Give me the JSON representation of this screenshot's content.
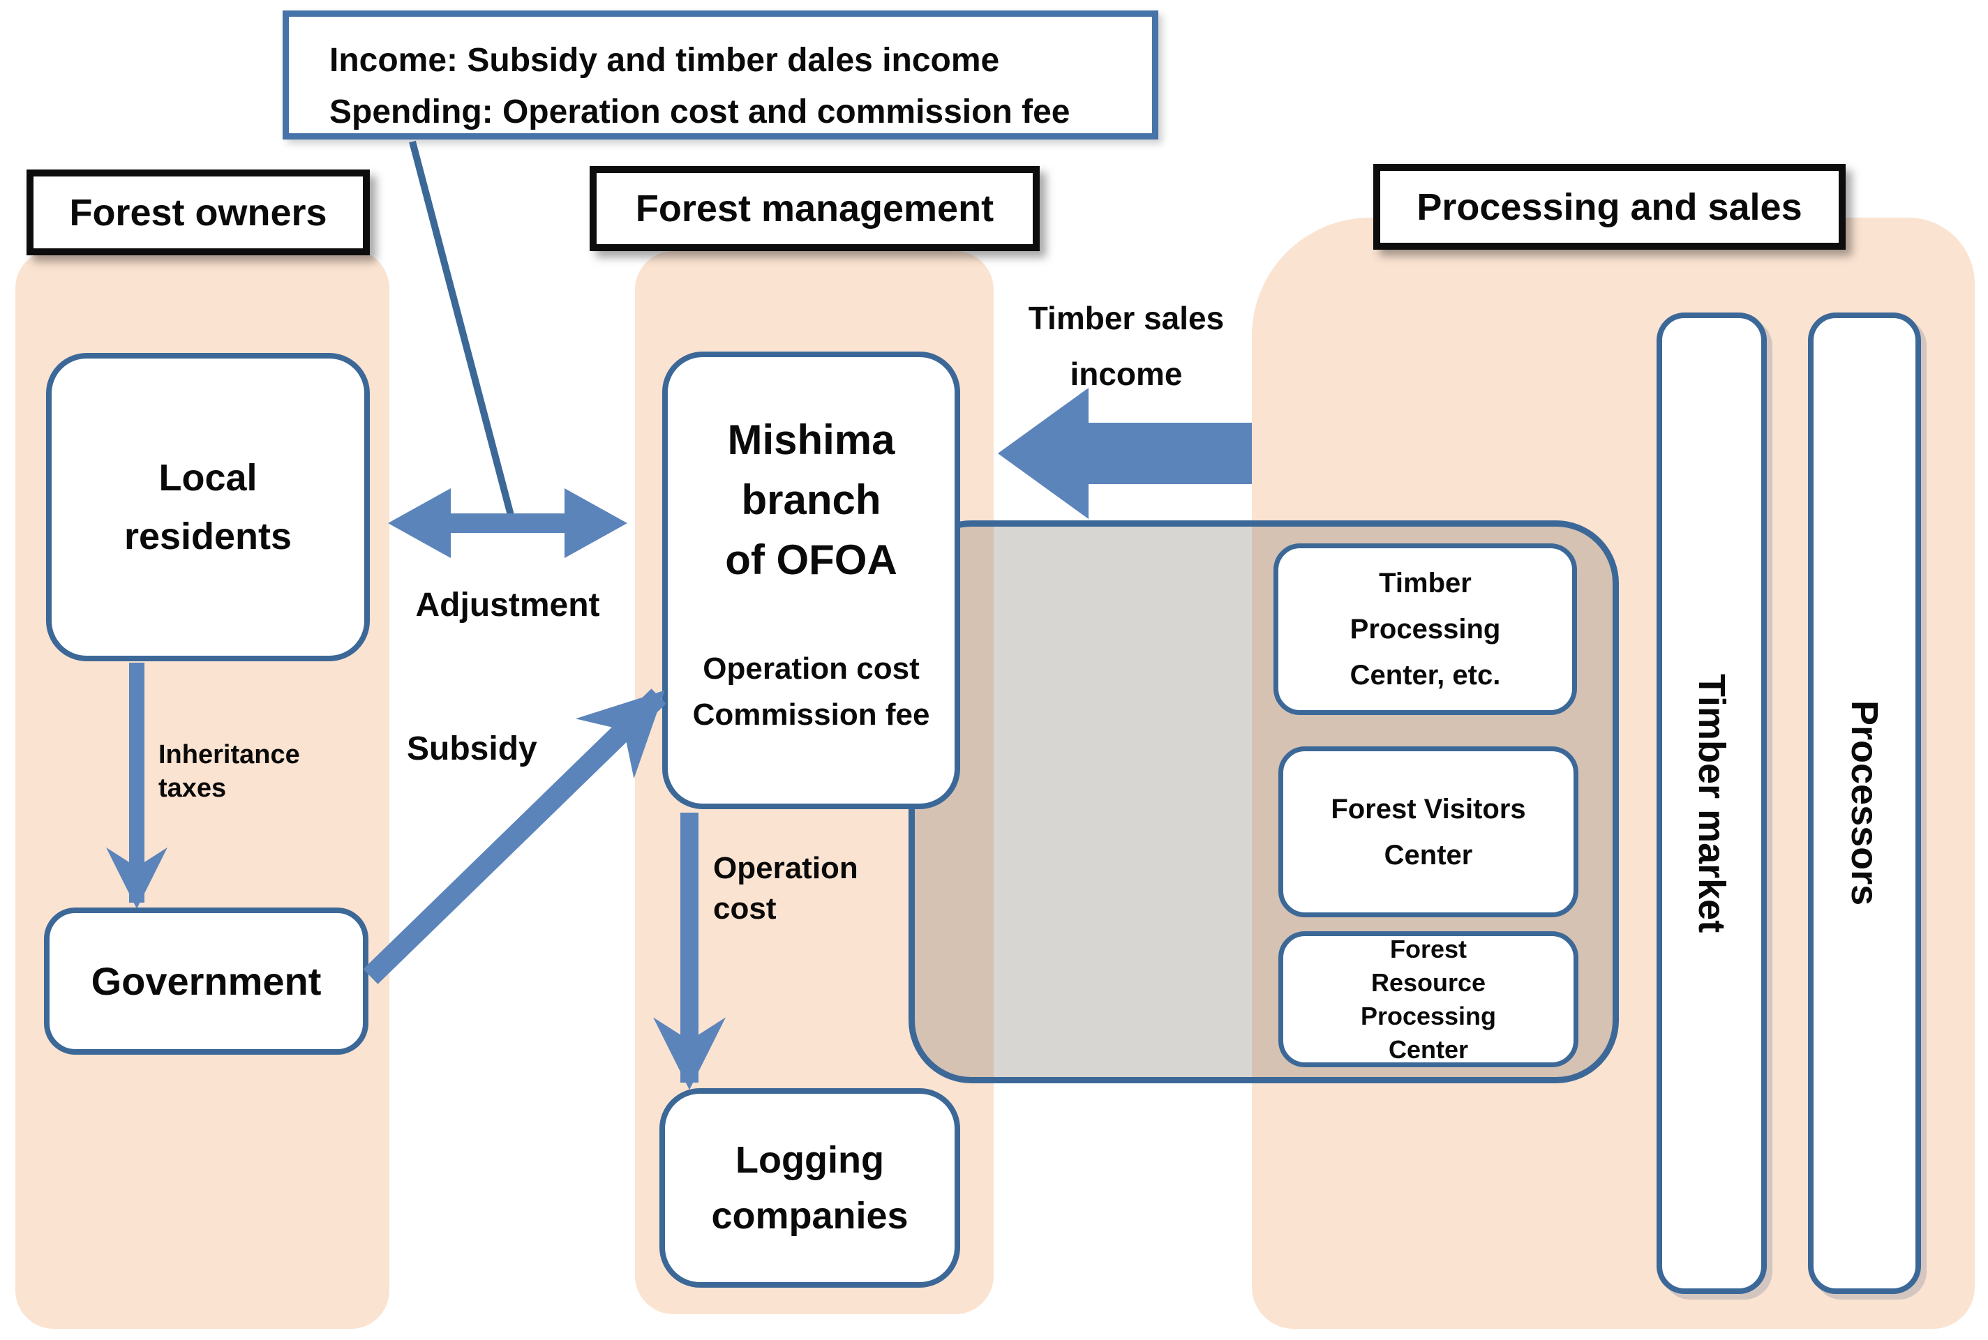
{
  "info_box": {
    "line1": "Income: Subsidy and timber dales income",
    "line2": "Spending: Operation cost and commission fee"
  },
  "sections": {
    "forest_owners": {
      "label": "Forest owners"
    },
    "forest_management": {
      "label": "Forest management"
    },
    "processing_sales": {
      "label": "Processing and sales"
    }
  },
  "nodes": {
    "local_residents": {
      "line1": "Local",
      "line2": "residents"
    },
    "government": {
      "label": "Government"
    },
    "mishima": {
      "line1": "Mishima",
      "line2": "branch",
      "line3": "of OFOA",
      "sub1": "Operation cost",
      "sub2": "Commission fee"
    },
    "logging": {
      "line1": "Logging",
      "line2": "companies"
    },
    "timber_processing_center": {
      "line1": "Timber",
      "line2": "Processing",
      "line3": "Center, etc."
    },
    "forest_visitors_center": {
      "line1": "Forest Visitors",
      "line2": "Center"
    },
    "forest_resource_center": {
      "line1": "Forest",
      "line2": "Resource",
      "line3": "Processing",
      "line4": "Center"
    },
    "timber_market": {
      "label": "Timber market"
    },
    "processors": {
      "label": "Processors"
    }
  },
  "flows": {
    "adjustment": {
      "label": "Adjustment"
    },
    "subsidy": {
      "label": "Subsidy"
    },
    "inheritance_taxes": {
      "line1": "Inheritance",
      "line2": "taxes"
    },
    "operation_cost": {
      "line1": "Operation",
      "line2": "cost"
    },
    "timber_sales_income": {
      "line1": "Timber sales",
      "line2": "income"
    }
  },
  "colors": {
    "peach_column": "#fbe3d1",
    "node_border_blue": "#3c6898",
    "arrow_blue": "#5b84bb",
    "info_border_blue": "#4673a8",
    "header_border_black": "#0d0d0d",
    "gray_zone": "rgba(125,118,108,0.30)",
    "text": "#0a0a0a"
  }
}
